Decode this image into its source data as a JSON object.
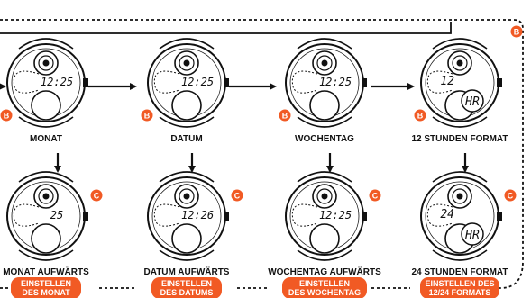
{
  "colors": {
    "accent": "#f15a24",
    "line": "#111111"
  },
  "top_row": [
    {
      "label": "MONAT",
      "lcd": "12:25",
      "button": "B"
    },
    {
      "label": "DATUM",
      "lcd": "12:25",
      "button": "B"
    },
    {
      "label": "WOCHENTAG",
      "lcd": "12:25",
      "button": "B"
    },
    {
      "label": "12 STUNDEN FORMAT",
      "lcd": "12",
      "lcd2": "HR",
      "button": "B"
    }
  ],
  "bottom_row": [
    {
      "label": "MONAT AUFWÄRTS",
      "lcd": "25",
      "button": "C",
      "pill_line1": "EINSTELLEN",
      "pill_line2": "DES MONAT"
    },
    {
      "label": "DATUM AUFWÄRTS",
      "lcd": "12:26",
      "button": "C",
      "pill_line1": "EINSTELLEN",
      "pill_line2": "DES DATUMS"
    },
    {
      "label": "WOCHENTAG AUFWÄRTS",
      "lcd": "12:25",
      "button": "C",
      "pill_line1": "EINSTELLEN",
      "pill_line2": "DES WOCHENTAG"
    },
    {
      "label": "24 STUNDEN FORMAT",
      "lcd": "24",
      "lcd2": "HR",
      "button": "C",
      "pill_line1": "EINSTELLEN DES",
      "pill_line2": "12/24 FORMATS"
    }
  ],
  "loop_button": "B"
}
